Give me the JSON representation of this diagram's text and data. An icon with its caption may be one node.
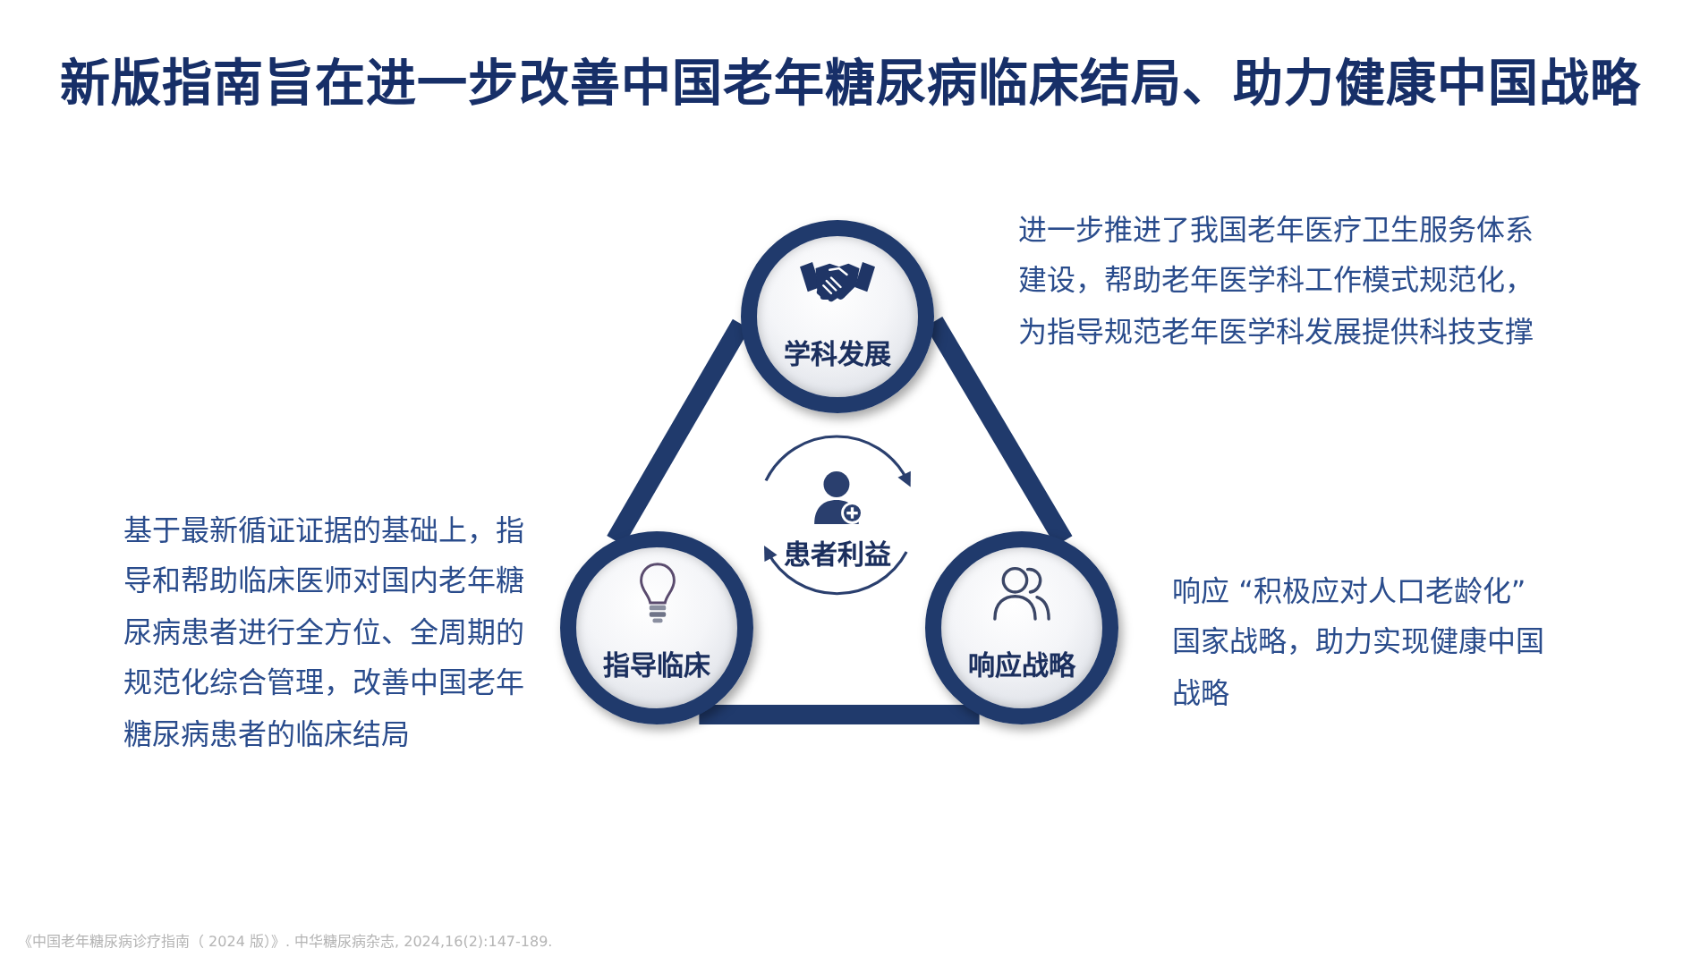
{
  "diagram": {
    "title": "新版指南旨在进一步改善中国老年糖尿病临床结局、助力健康中国战略",
    "nodes": [
      {
        "text": [
          "学科发展"
        ],
        "beside": [
          "进一步推进了我国老年医疗卫生服务体系建设，帮助老年医学科工作模式规范化，为指导规范老年医学科发展提供科技支撑"
        ]
      },
      {
        "text": [
          "指导临床"
        ],
        "beside": [
          "基于最新循证证据的基础上，指导和帮助临床医师对国内老年糖尿病患者进行全方位、全周期的规范化综合管理，改善中国老年糖尿病患者的临床结局"
        ]
      },
      {
        "text": [
          "响应战略"
        ],
        "beside": [
          "响应 “积极应对人口老龄化”国家战略，助力实现健康中国战略"
        ]
      }
    ],
    "edges": [
      {
        "from": 0,
        "to": 1,
        "arrow": "none"
      },
      {
        "from": 1,
        "to": 2,
        "arrow": "none"
      },
      {
        "from": 2,
        "to": 0,
        "arrow": "none"
      }
    ],
    "labels": [
      "患者利益",
      "《中国老年糖尿病诊疗指南（ 2024 版）》. 中华糖尿病杂志, 2024,16(2):147-189."
    ]
  }
}
